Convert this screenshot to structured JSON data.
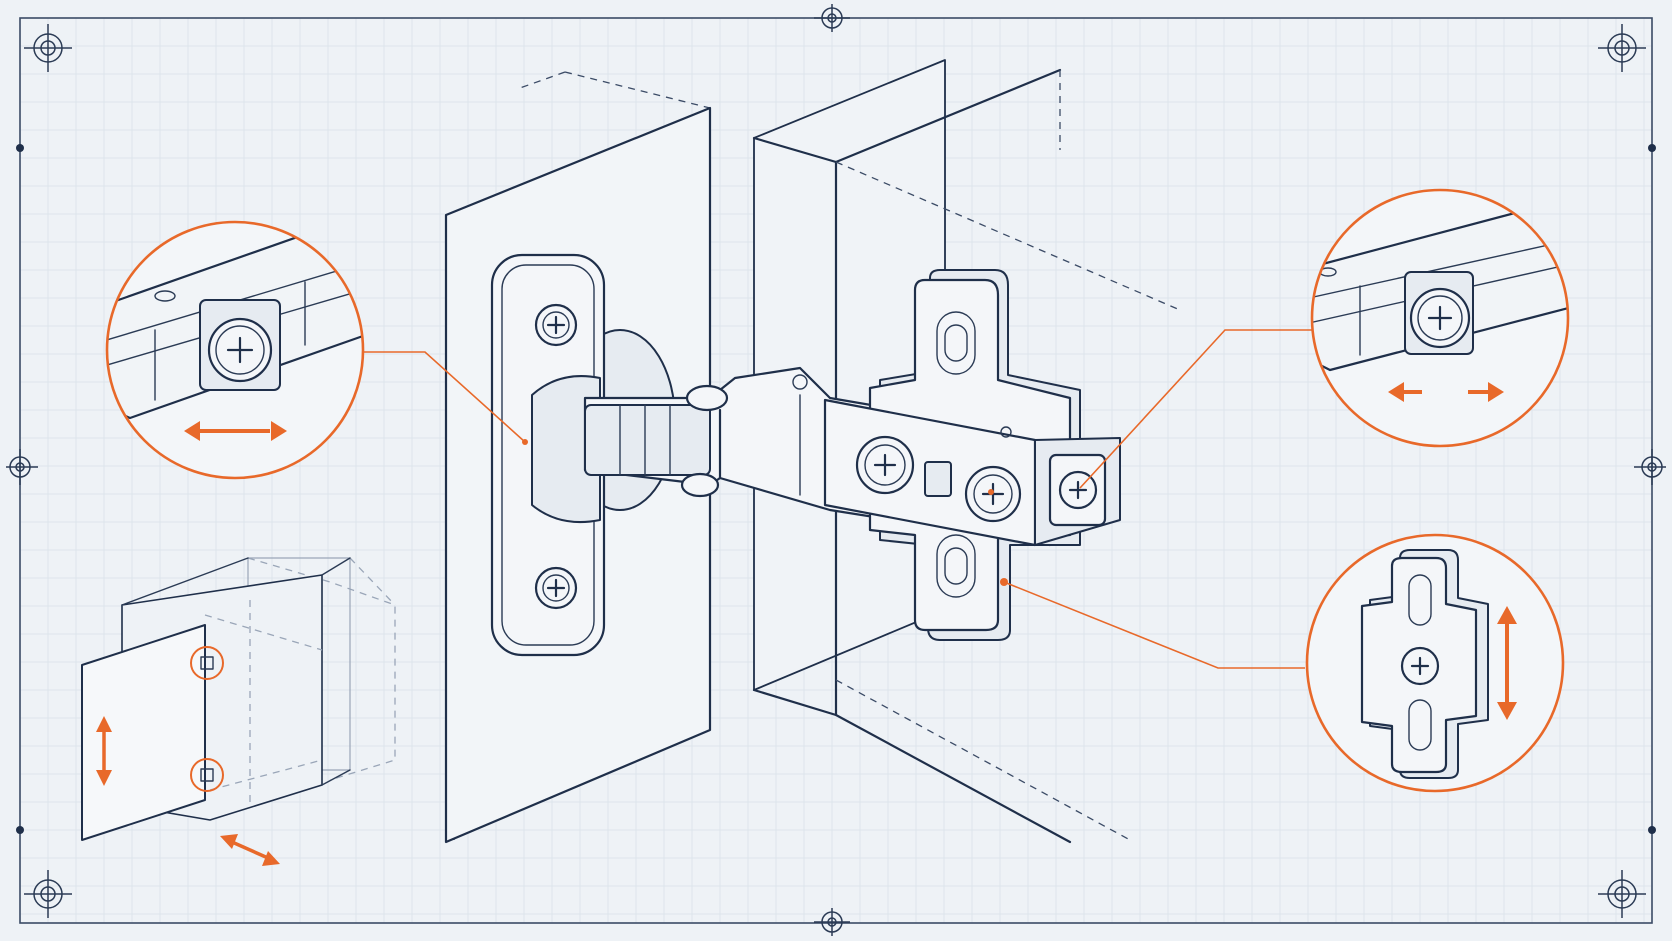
{
  "diagram": {
    "subject": "concealed-cabinet-hinge-adjustment",
    "colors": {
      "background": "#eef2f6",
      "linework": "#1f2f4a",
      "accent": "#e8692a",
      "grid": "#dde4ec"
    },
    "callouts": [
      {
        "id": "side-adjustment",
        "icon": "double-arrow-horizontal"
      },
      {
        "id": "depth-adjustment",
        "icon": "double-arrow-split-horizontal"
      },
      {
        "id": "height-adjustment",
        "icon": "double-arrow-vertical"
      }
    ],
    "overview": {
      "icon": "cabinet-with-door"
    }
  }
}
